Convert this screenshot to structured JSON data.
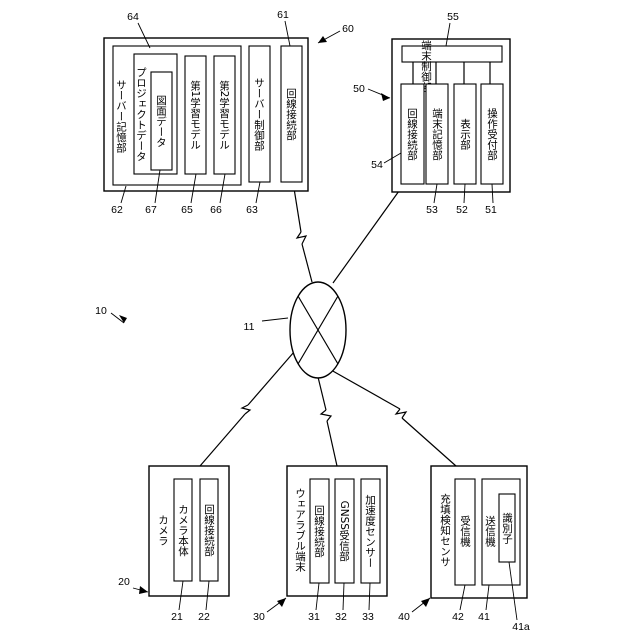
{
  "system": {
    "ref": "10",
    "network_ref": "11"
  },
  "camera": {
    "ref": "20",
    "title": "カメラ",
    "body": {
      "label": "カメラ本体",
      "ref": "21"
    },
    "line": {
      "label": "回線接続部",
      "ref": "22"
    }
  },
  "wearable": {
    "ref": "30",
    "title": "ウェアラブル端末",
    "line": {
      "label": "回線接続部",
      "ref": "31"
    },
    "gnss": {
      "label": "GNSS受信部",
      "ref": "32"
    },
    "accel": {
      "label": "加速度センサー",
      "ref": "33"
    }
  },
  "environment_sensor": {
    "ref": "40",
    "title": "充填検知センサ",
    "receiver": {
      "label": "受信機",
      "ref": "42"
    },
    "transmitter": {
      "label": "送信機",
      "ref": "41"
    },
    "identifier": {
      "label": "識別子",
      "ref": "41a"
    }
  },
  "terminal": {
    "ref": "50",
    "control": {
      "label": "端末制御部",
      "ref": "55"
    },
    "line": {
      "label": "回線接続部",
      "ref": "54"
    },
    "storage": {
      "label": "端末記憶部",
      "ref": "53"
    },
    "display": {
      "label": "表示部",
      "ref": "52"
    },
    "operation": {
      "label": "操作受付部",
      "ref": "51"
    }
  },
  "server": {
    "ref": "60",
    "storage": {
      "label": "サーバー記憶部",
      "ref": "62"
    },
    "project": {
      "label": "プロジェクトデータ",
      "ref": "64"
    },
    "drawing": {
      "label": "図面データ",
      "ref": "67"
    },
    "model1": {
      "label": "第1学習モデル",
      "ref": "65"
    },
    "model2": {
      "label": "第2学習モデル",
      "ref": "66"
    },
    "control": {
      "label": "サーバー制御部",
      "ref": "63"
    },
    "line": {
      "label": "回線接続部",
      "ref": "61"
    }
  }
}
